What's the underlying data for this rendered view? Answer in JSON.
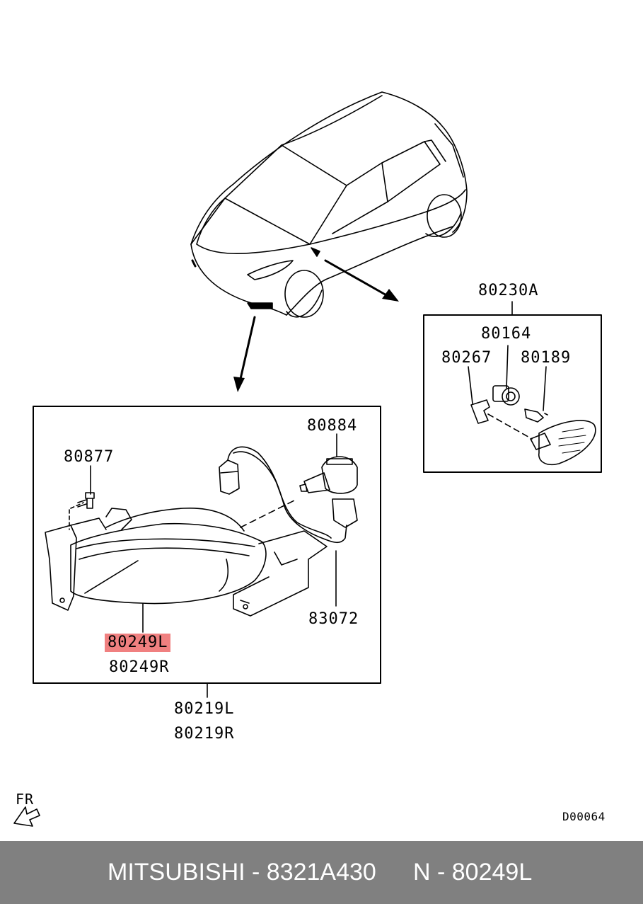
{
  "callouts": {
    "lamp_assembly_box": "80230A",
    "socket": "80164",
    "lens_clip": "80267",
    "side_bulb": "80189",
    "fog_bulb": "80884",
    "screw": "80877",
    "harness": "83072",
    "fog_lamp_left": "80249L",
    "fog_lamp_right": "80249R",
    "assembly_left": "80219L",
    "assembly_right": "80219R"
  },
  "orientation_label": "FR",
  "diagram_code": "D00064",
  "footer": {
    "part_info": "MITSUBISHI - 8321A430",
    "ref_info": "N - 80249L"
  },
  "colors": {
    "highlight": "#f08080",
    "footer_bg": "#808080",
    "footer_text": "#ffffff"
  }
}
